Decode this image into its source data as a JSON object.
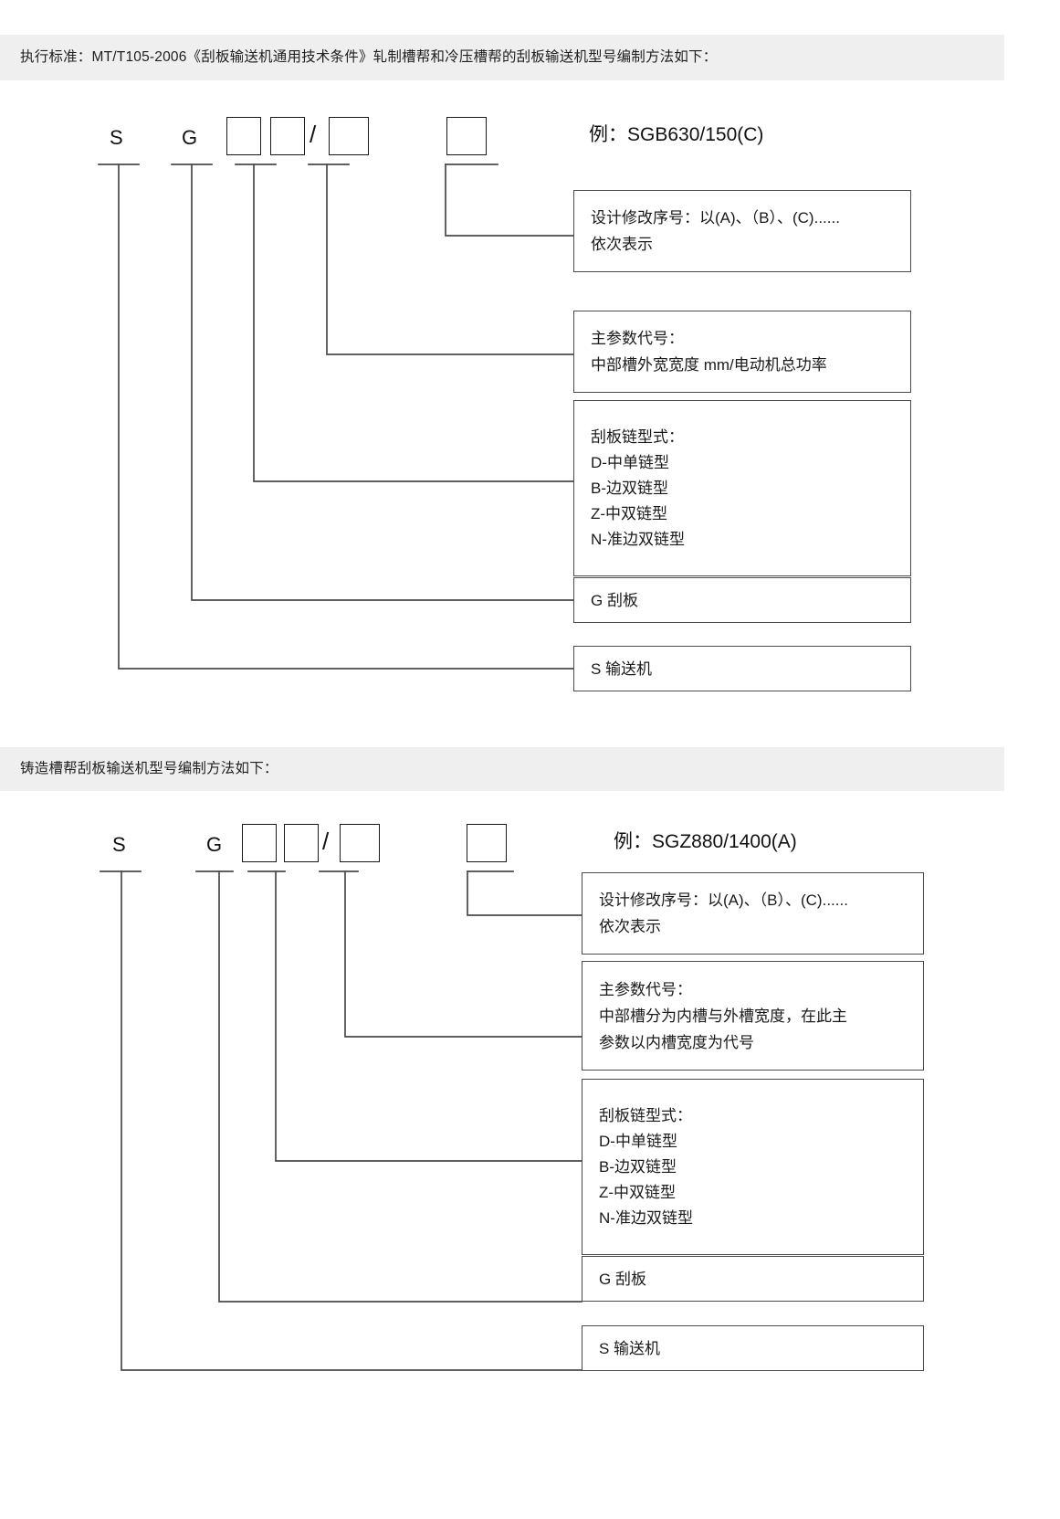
{
  "document": {
    "title": "刮板输送机型号编制方法",
    "colors": {
      "band_background": "#efefef",
      "box_border": "#4a4a4a",
      "line": "#4a4a4a",
      "text": "#1a1a1a"
    }
  },
  "sections": [
    {
      "id": "section-rolled",
      "header": "执行标准：MT/T105-2006《刮板输送机通用技术条件》轧制槽帮和冷压槽帮的刮板输送机型号编制方法如下：",
      "code_row": {
        "letters": [
          "S",
          "G"
        ],
        "slash": "/",
        "blank_box_count": 4,
        "suffix_box_count": 1,
        "example_label": "例：SGB630/150(C)"
      },
      "boxes": [
        {
          "id": "design-revision",
          "lines": [
            "设计修改序号：以(A)、（B）、(C)......",
            "依次表示"
          ]
        },
        {
          "id": "main-parameter",
          "lines": [
            "主参数代号：",
            "中部槽外宽宽度  mm/电动机总功率"
          ]
        },
        {
          "id": "chain-type",
          "lines": [
            "刮板链型式：",
            "D-中单链型",
            "B-边双链型",
            "Z-中双链型",
            "N-准边双链型"
          ]
        },
        {
          "id": "scraper",
          "lines": [
            "G 刮板"
          ]
        },
        {
          "id": "conveyor",
          "lines": [
            "S 输送机"
          ]
        }
      ]
    },
    {
      "id": "section-cast",
      "header": "铸造槽帮刮板输送机型号编制方法如下：",
      "code_row": {
        "letters": [
          "S",
          "G"
        ],
        "slash": "/",
        "blank_box_count": 4,
        "suffix_box_count": 1,
        "example_label": "例：SGZ880/1400(A)"
      },
      "boxes": [
        {
          "id": "design-revision",
          "lines": [
            "设计修改序号：以(A)、（B）、(C)......",
            "依次表示"
          ]
        },
        {
          "id": "main-parameter",
          "lines": [
            "主参数代号：",
            "中部槽分为内槽与外槽宽度，在此主",
            "参数以内槽宽度为代号"
          ]
        },
        {
          "id": "chain-type",
          "lines": [
            "刮板链型式：",
            "D-中单链型",
            "B-边双链型",
            "Z-中双链型",
            "N-准边双链型"
          ]
        },
        {
          "id": "scraper",
          "lines": [
            "G 刮板"
          ]
        },
        {
          "id": "conveyor",
          "lines": [
            "S 输送机"
          ]
        }
      ]
    }
  ]
}
